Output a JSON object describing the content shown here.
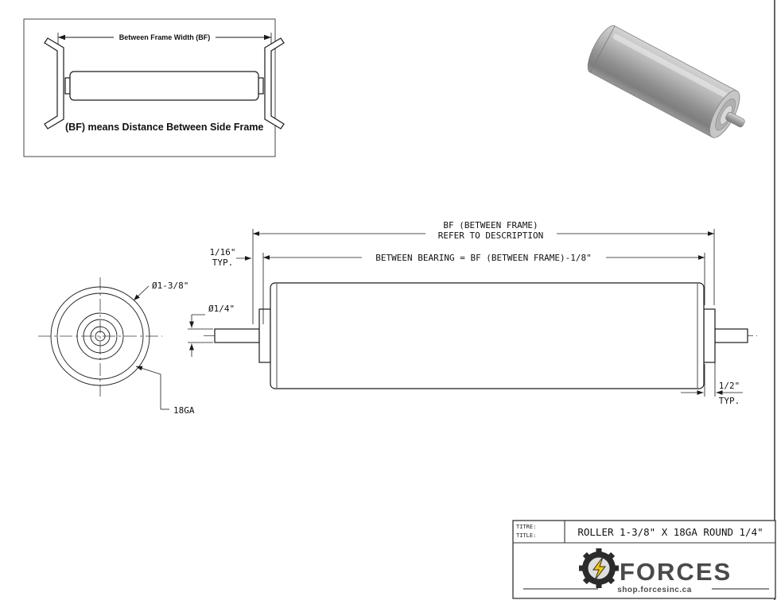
{
  "legend": {
    "dim_label": "Between Frame Width (BF)",
    "caption": "(BF) means Distance Between Side Frame"
  },
  "side_view": {
    "bf_line1": "BF (BETWEEN FRAME)",
    "bf_line2": "REFER TO DESCRIPTION",
    "between_bearing": "BETWEEN BEARING = BF (BETWEEN FRAME)-1/8\"",
    "gap_dim": "1/16\"",
    "gap_typ": "TYP.",
    "shaft_dia": "Ø1/4\"",
    "end_dim": "1/2\"",
    "end_typ": "TYP."
  },
  "end_view": {
    "tube_dia": "Ø1-3/8\"",
    "gauge": "18GA"
  },
  "title_block": {
    "titre_label": "TITRE:",
    "title_label": "TITLE:",
    "title": "ROLLER 1-3/8\" X 18GA ROUND 1/4\"",
    "brand": "FORCES",
    "website": "shop.forcesinc.ca"
  },
  "colors": {
    "line": "#1a1a1a",
    "accent_yellow": "#f6c700",
    "brand_gray": "#4a4a4a",
    "roller_gray": "#9a9a9a"
  }
}
